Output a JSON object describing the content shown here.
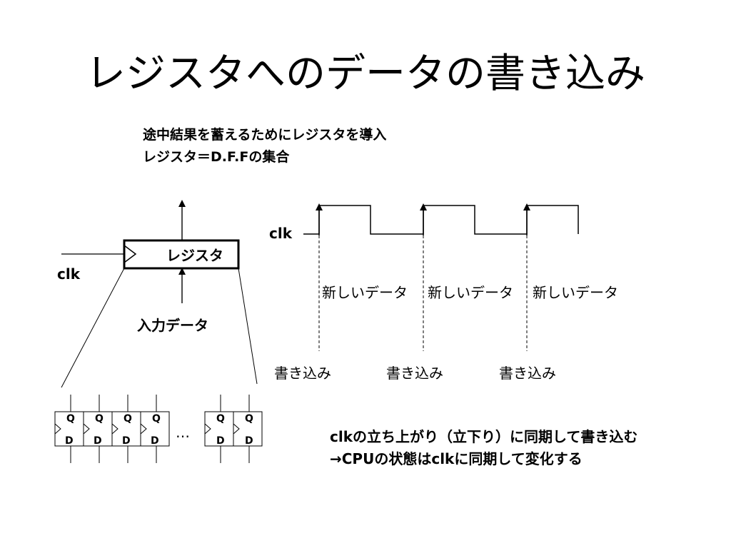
{
  "slide": {
    "title": "レジスタへのデータの書き込み",
    "notes": [
      "途中結果を蓄えるためにレジスタを導入",
      "レジスタ＝D.F.Fの集合"
    ]
  },
  "register": {
    "box_label": "レジスタ",
    "clk_label": "clk",
    "input_label": "入力データ"
  },
  "flipflops": {
    "q_label": "Q",
    "d_label": "D",
    "ellipsis": "…"
  },
  "timing": {
    "clk_label": "clk",
    "new_data_labels": [
      "新しいデータ",
      "新しいデータ",
      "新しいデータ"
    ],
    "write_labels": [
      "書き込み",
      "書き込み",
      "書き込み"
    ]
  },
  "summary": {
    "lines": [
      "clkの立ち上がり（立下り）に同期して書き込む",
      "→CPUの状態はclkに同期して変化する"
    ]
  }
}
